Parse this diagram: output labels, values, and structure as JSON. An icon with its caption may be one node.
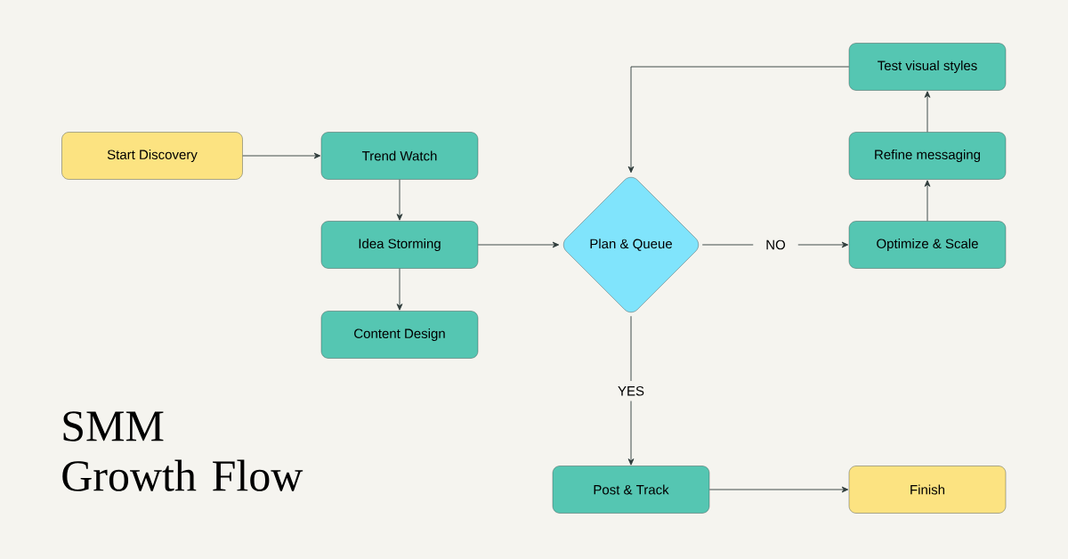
{
  "diagram": {
    "title": "SMM Growth Flow",
    "nodes": [
      {
        "text": [
          "Start Discovery"
        ]
      },
      {
        "text": [
          "Trend Watch"
        ]
      },
      {
        "text": [
          "Idea Storming"
        ]
      },
      {
        "text": [
          "Content Design"
        ]
      },
      {
        "text": [
          "Plan & Queue"
        ]
      },
      {
        "text": [
          "Test visual styles"
        ]
      },
      {
        "text": [
          "Refine messaging"
        ]
      },
      {
        "text": [
          "Optimize & Scale"
        ]
      },
      {
        "text": [
          "Post & Track"
        ]
      },
      {
        "text": [
          "Finish"
        ]
      }
    ],
    "edges": [
      {
        "from": 0,
        "to": 1,
        "arrow": "to"
      },
      {
        "from": 1,
        "to": 2,
        "arrow": "to"
      },
      {
        "from": 2,
        "to": 3,
        "arrow": "to"
      },
      {
        "from": 2,
        "to": 4,
        "arrow": "to"
      },
      {
        "from": 4,
        "to": 7,
        "arrow": "to",
        "label": "NO"
      },
      {
        "from": 7,
        "to": 6,
        "arrow": "to"
      },
      {
        "from": 6,
        "to": 5,
        "arrow": "to"
      },
      {
        "from": 5,
        "to": 4,
        "arrow": "to"
      },
      {
        "from": 4,
        "to": 8,
        "arrow": "to",
        "label": "YES"
      },
      {
        "from": 8,
        "to": 9,
        "arrow": "to"
      }
    ]
  }
}
